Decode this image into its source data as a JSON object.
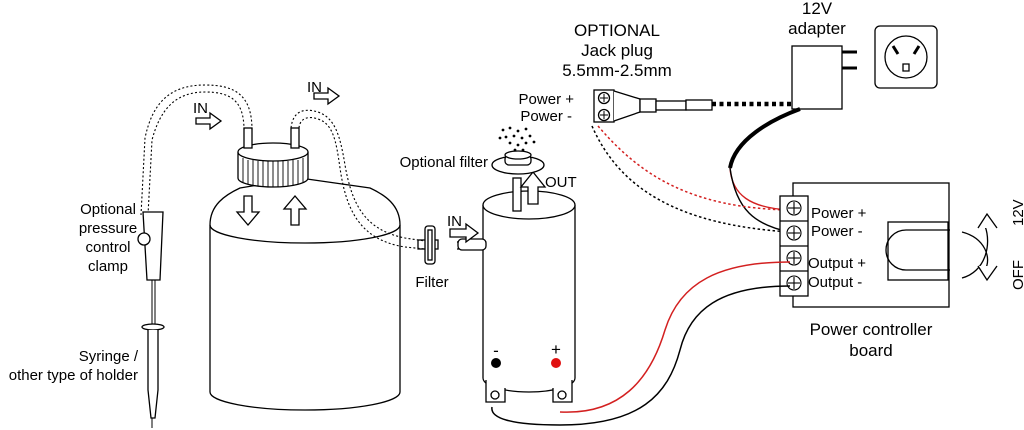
{
  "labels": {
    "optional_heading": "OPTIONAL",
    "jack_plug": "Jack plug",
    "jack_size": "5.5mm-2.5mm",
    "adapter_voltage": "12V",
    "adapter": "adapter",
    "jack_power_plus": "Power +",
    "jack_power_minus": "Power -",
    "optional_filter": "Optional filter",
    "out": "OUT",
    "in_left": "IN",
    "in_top": "IN",
    "in_mid": "IN",
    "filter": "Filter",
    "clamp": [
      "Optional",
      "pressure",
      "control",
      "clamp"
    ],
    "holder": [
      "Syringe /",
      "other type of holder"
    ],
    "board_power_plus": "Power +",
    "board_power_minus": "Power -",
    "board_output_plus": "Output +",
    "board_output_minus": "Output -",
    "board_title": [
      "Power controller",
      "board"
    ],
    "switch_on": "12V",
    "switch_off": "OFF",
    "cyl_minus": "-",
    "cyl_plus": "+"
  },
  "colors": {
    "outline": "#000000",
    "positive_wire": "#d32020",
    "negative_wire": "#000000",
    "plus_terminal": "#e01010"
  }
}
